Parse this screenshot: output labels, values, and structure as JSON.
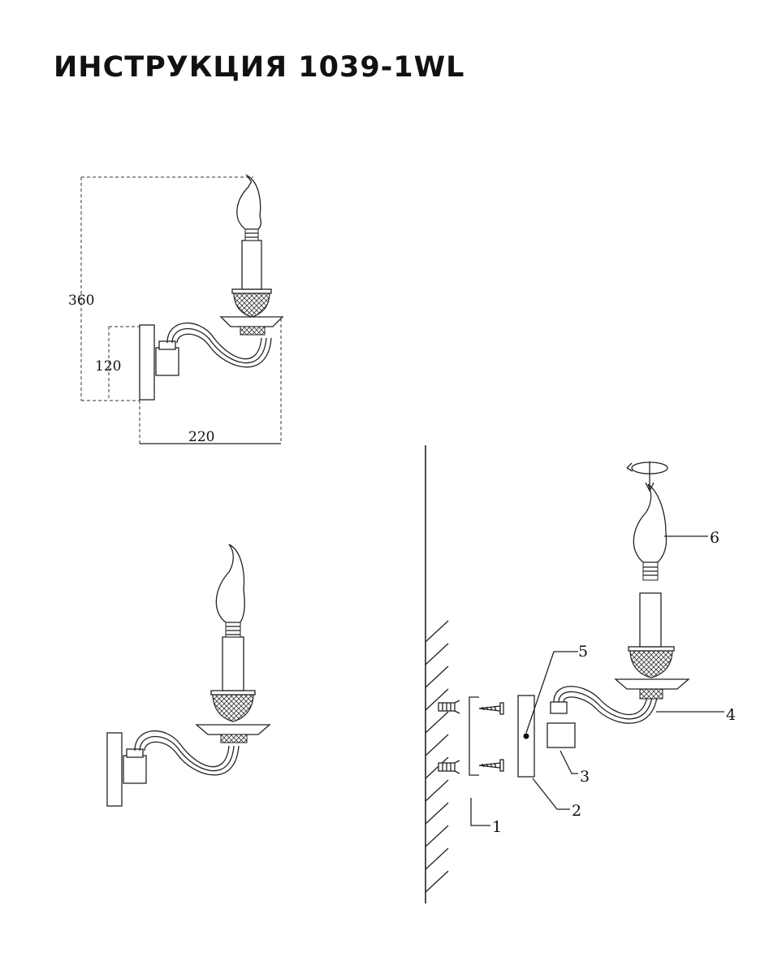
{
  "title": "ИНСТРУКЦИЯ 1039-1WL",
  "dimensions": {
    "height_total": "360",
    "height_backplate": "120",
    "depth": "220"
  },
  "callouts": [
    "1",
    "2",
    "3",
    "4",
    "5",
    "6"
  ]
}
